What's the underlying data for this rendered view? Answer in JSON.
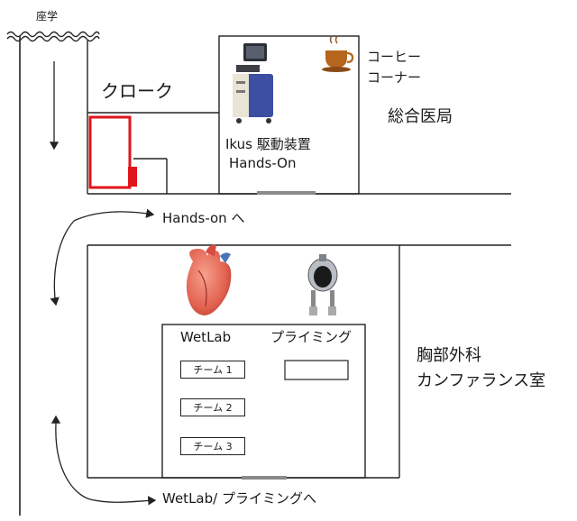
{
  "labels": {
    "seat": "座学",
    "cloak": "クローク",
    "machine_line1": "Ikus 駆動装置",
    "machine_line2": "Hands-On",
    "coffee_line1": "コーヒー",
    "coffee_line2": "コーナー",
    "medical_office": "総合医局",
    "handson_arrow": "Hands-on へ",
    "wetlab": "WetLab",
    "priming": "プライミング",
    "team1": "チーム 1",
    "team2": "チーム 2",
    "team3": "チーム 3",
    "conf_line1": "胸部外科",
    "conf_line2": "カンファランス室",
    "wetlab_arrow": "WetLab/ プライミングへ"
  },
  "colors": {
    "wall": "#222222",
    "cloak_outline": "#e0141b",
    "door": "#8a8a8a"
  },
  "icons": [
    "wave-icon",
    "coffee-cup-icon",
    "ikus-console-icon",
    "heart-icon",
    "pump-icon"
  ]
}
